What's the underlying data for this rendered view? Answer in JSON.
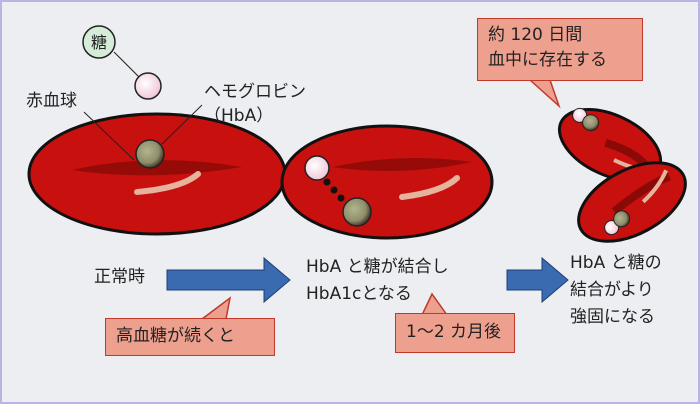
{
  "labels": {
    "sugar": "糖",
    "red_blood_cell": "赤血球",
    "hemoglobin_line1": "ヘモグロビン",
    "hemoglobin_line2": "（HbA）",
    "normal": "正常時",
    "step2_line1": "HbA と糖が結合し",
    "step2_line2": "HbA1cとなる",
    "step3_line1": "HbA と糖の",
    "step3_line2": "結合がより",
    "step3_line3": "強固になる"
  },
  "callouts": {
    "high_glucose": "高血糖が続くと",
    "months": "1～2 カ月後",
    "lifespan_line1": "約 120 日間",
    "lifespan_line2": "血中に存在する"
  },
  "colors": {
    "cell": "#c8100e",
    "arrow": "#3a6ab0",
    "callout": "#eea08f",
    "sugar": "#f4d2e0",
    "hb": "#9a9a78"
  }
}
